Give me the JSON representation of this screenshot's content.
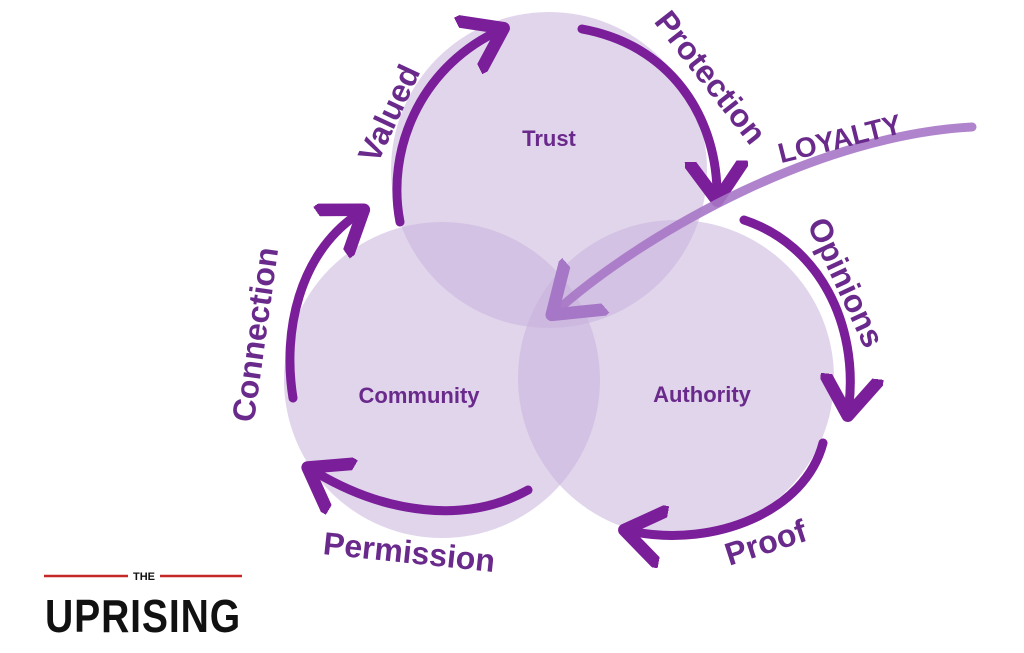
{
  "colors": {
    "circle_fill": "#c9b3dc",
    "arrow": "#7a1e99",
    "text": "#6a2a8c",
    "loyalty_arrow": "#a777c7",
    "logo_black": "#111111",
    "logo_red": "#c62828"
  },
  "circles": {
    "trust": "Trust",
    "community": "Community",
    "authority": "Authority"
  },
  "arrows": {
    "valued": "Valued",
    "protection": "Protection",
    "opinions": "Opinions",
    "proof": "Proof",
    "permission": "Permission",
    "connection": "Connection"
  },
  "loyalty": "LOYALTY",
  "logo": {
    "the": "THE",
    "main": "UPRISING"
  }
}
